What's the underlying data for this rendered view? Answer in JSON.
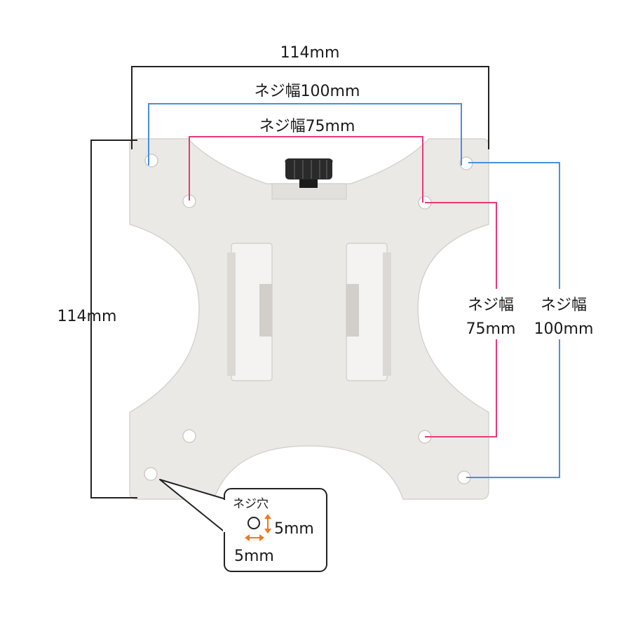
{
  "dimensions": {
    "top_width": "114mm",
    "left_height": "114mm",
    "top_pitch_100": "ネジ幅100mm",
    "top_pitch_75": "ネジ幅75mm",
    "right_pitch_75_line1": "ネジ幅",
    "right_pitch_75_line2": "75mm",
    "right_pitch_100_line1": "ネジ幅",
    "right_pitch_100_line2": "100mm"
  },
  "callout": {
    "title": "ネジ穴",
    "vertical_size": "5mm",
    "horizontal_size": "5mm"
  },
  "colors": {
    "plate": "#ebe9e6",
    "outline_black": "#222222",
    "pitch_100": "#4a8fe0",
    "pitch_75": "#e8397a",
    "arrow_orange": "#ee7a1f"
  }
}
